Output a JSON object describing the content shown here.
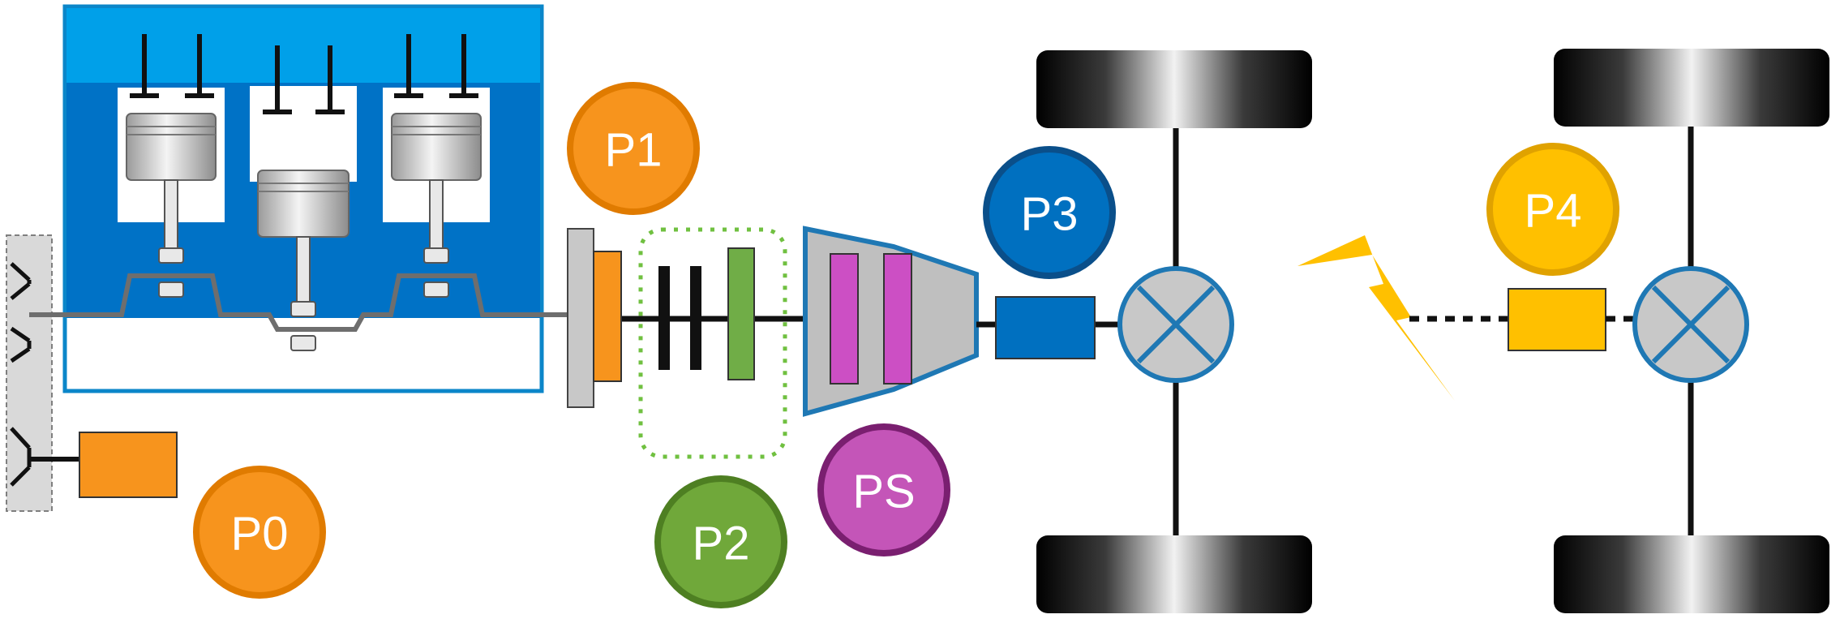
{
  "badges": {
    "p0": {
      "label": "P0",
      "fill": "#f7941d",
      "stroke": "#e07b00"
    },
    "p1": {
      "label": "P1",
      "fill": "#f7941d",
      "stroke": "#e07b00"
    },
    "p2": {
      "label": "P2",
      "fill": "#70a83a",
      "stroke": "#4e7f22"
    },
    "p3": {
      "label": "P3",
      "fill": "#0070c0",
      "stroke": "#0a4f8a"
    },
    "p4": {
      "label": "P4",
      "fill": "#ffc000",
      "stroke": "#e0a200"
    },
    "ps": {
      "label": "PS",
      "fill": "#c455b8",
      "stroke": "#7a1f70"
    }
  },
  "colors": {
    "engine_head": "#00a0e9",
    "engine_block": "#0072c6",
    "motor_orange": "#f7941d",
    "clutch_green": "#70ad47",
    "gear_magenta": "#cc4fc4",
    "p3_motor": "#0070c0",
    "p4_motor": "#ffc000",
    "lightning": "#ffc000",
    "axle": "#000000",
    "differential": "#c8c8c8",
    "differential_ring": "#1f78b4"
  }
}
